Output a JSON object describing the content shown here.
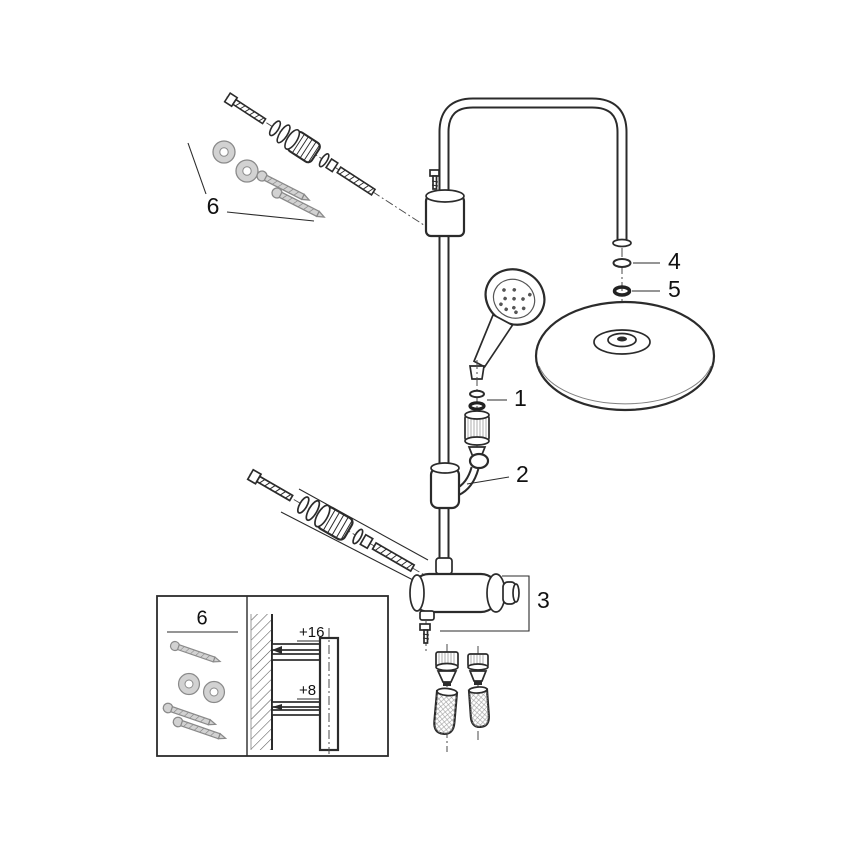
{
  "diagram": {
    "labels": {
      "part1": "1",
      "part2": "2",
      "part3": "3",
      "part4": "4",
      "part5": "5",
      "part6": "6"
    },
    "inset": {
      "hardware_label": "6",
      "dim_top": "+16",
      "dim_bottom": "+8"
    },
    "colors": {
      "line": "#2b2b2b",
      "hardware_gray": "#d2d2d2",
      "background": "#ffffff"
    }
  }
}
